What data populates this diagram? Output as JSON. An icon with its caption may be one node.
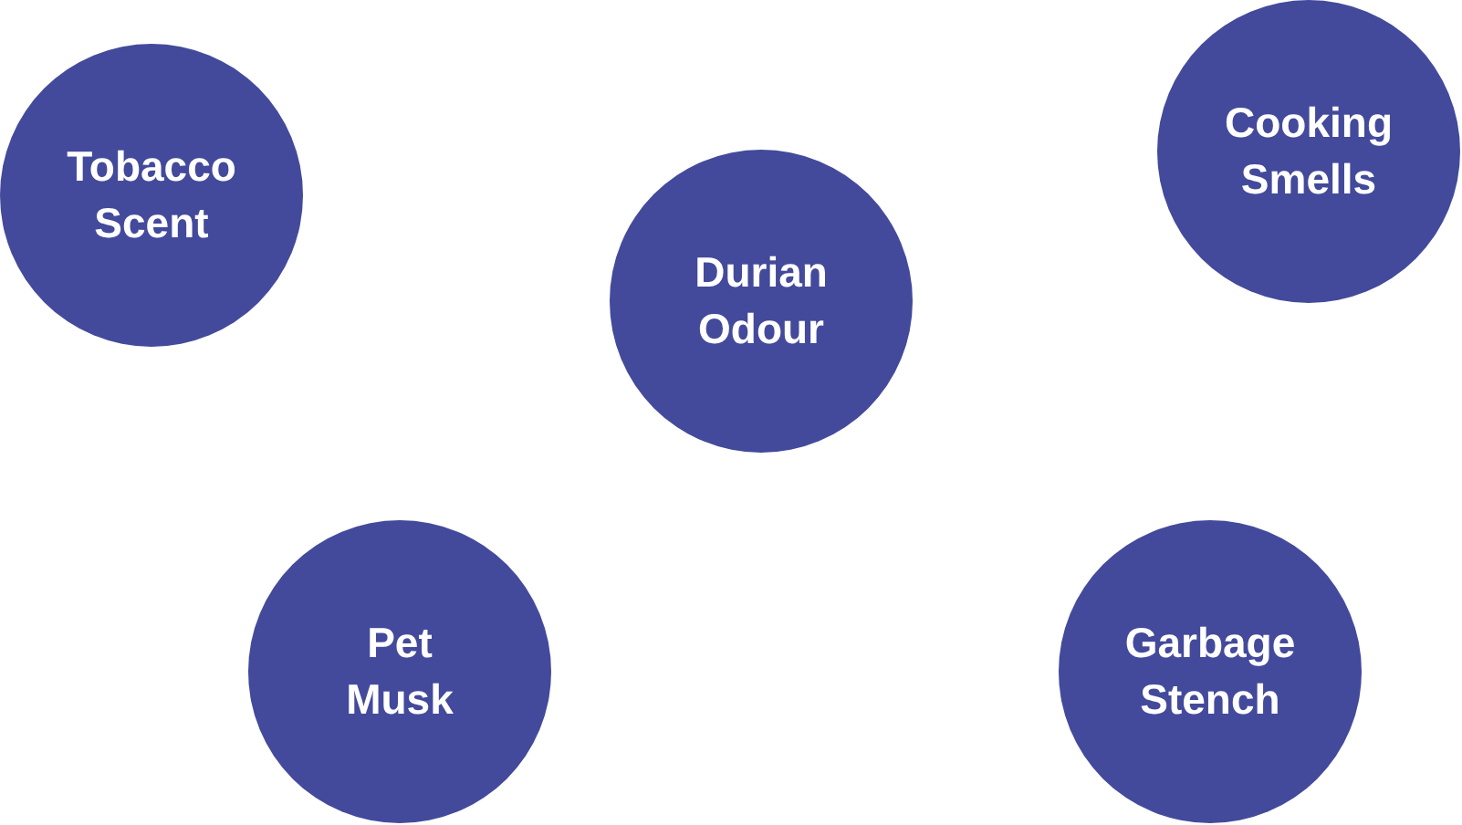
{
  "diagram": {
    "nodes": [
      {
        "text": [
          "Tobacco Scent"
        ]
      },
      {
        "text": [
          "Durian Odour"
        ]
      },
      {
        "text": [
          "Cooking Smells"
        ]
      },
      {
        "text": [
          "Pet Musk"
        ]
      },
      {
        "text": [
          "Garbage Stench"
        ]
      }
    ]
  }
}
